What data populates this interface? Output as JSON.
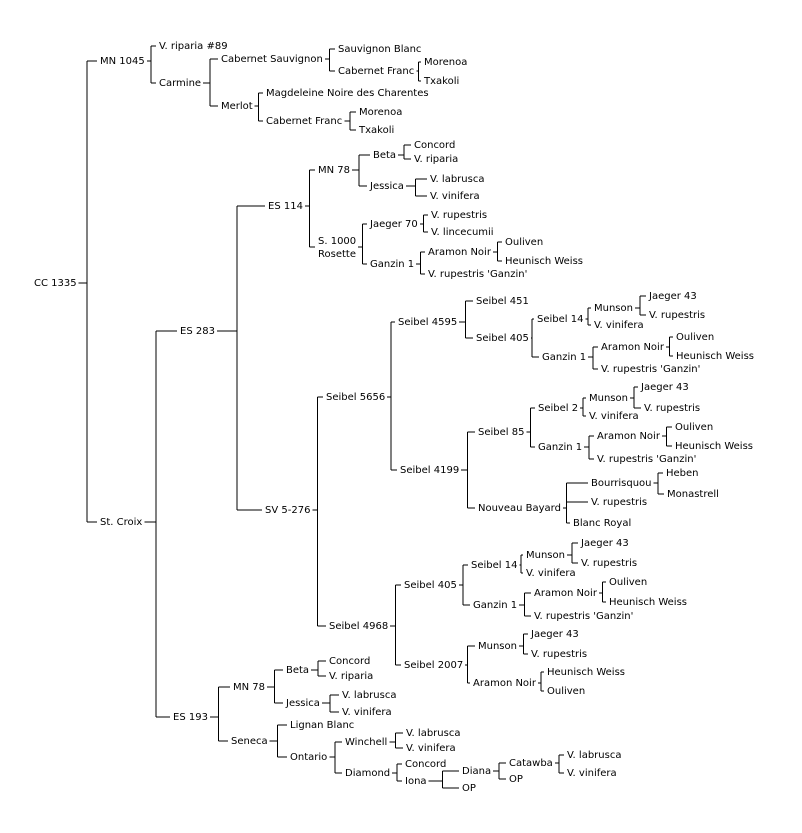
{
  "root": {
    "label": "CC 1335",
    "children": [
      {
        "label": "MN 1045",
        "children": [
          {
            "label": "V. riparia #89"
          },
          {
            "label": "Carmine",
            "children": [
              {
                "label": "Cabernet Sauvignon",
                "children": [
                  {
                    "label": "Sauvignon Blanc"
                  },
                  {
                    "label": "Cabernet Franc",
                    "children": [
                      {
                        "label": "Morenoa"
                      },
                      {
                        "label": "Txakoli"
                      }
                    ]
                  }
                ]
              },
              {
                "label": "Merlot",
                "children": [
                  {
                    "label": "Magdeleine Noire des Charentes"
                  },
                  {
                    "label": "Cabernet Franc",
                    "children": [
                      {
                        "label": "Morenoa"
                      },
                      {
                        "label": "Txakoli"
                      }
                    ]
                  }
                ]
              }
            ]
          }
        ]
      },
      {
        "label": "St. Croix",
        "children": [
          {
            "label": "ES 283",
            "children": [
              {
                "label": "ES 114",
                "children": [
                  {
                    "label": "MN 78",
                    "children": [
                      {
                        "label": "Beta",
                        "children": [
                          {
                            "label": "Concord"
                          },
                          {
                            "label": "V. riparia"
                          }
                        ]
                      },
                      {
                        "label": "Jessica",
                        "children": [
                          {
                            "label": "V. labrusca"
                          },
                          {
                            "label": "V. vinifera"
                          }
                        ]
                      }
                    ]
                  },
                  {
                    "label": "S. 1000",
                    "label2": "Rosette",
                    "children": [
                      {
                        "label": "Jaeger 70",
                        "children": [
                          {
                            "label": "V. rupestris"
                          },
                          {
                            "label": "V. lincecumii"
                          }
                        ]
                      },
                      {
                        "label": "Ganzin 1",
                        "children": [
                          {
                            "label": "Aramon Noir",
                            "children": [
                              {
                                "label": "Ouliven"
                              },
                              {
                                "label": "Heunisch Weiss"
                              }
                            ]
                          },
                          {
                            "label": "V. rupestris 'Ganzin'"
                          }
                        ]
                      }
                    ]
                  }
                ]
              },
              {
                "label": "SV 5-276",
                "children": [
                  {
                    "label": "Seibel 5656",
                    "children": [
                      {
                        "label": "Seibel 4595",
                        "children": [
                          {
                            "label": "Seibel 451"
                          },
                          {
                            "label": "Seibel 405",
                            "children": [
                              {
                                "label": "Seibel 14",
                                "children": [
                                  {
                                    "label": "Munson",
                                    "children": [
                                      {
                                        "label": "Jaeger 43"
                                      },
                                      {
                                        "label": "V. rupestris"
                                      }
                                    ]
                                  },
                                  {
                                    "label": "V. vinifera"
                                  }
                                ]
                              },
                              {
                                "label": "Ganzin 1",
                                "children": [
                                  {
                                    "label": "Aramon Noir",
                                    "children": [
                                      {
                                        "label": "Ouliven"
                                      },
                                      {
                                        "label": "Heunisch Weiss"
                                      }
                                    ]
                                  },
                                  {
                                    "label": "V. rupestris 'Ganzin'"
                                  }
                                ]
                              }
                            ]
                          }
                        ]
                      },
                      {
                        "label": "Seibel 4199",
                        "children": [
                          {
                            "label": "Seibel 85",
                            "children": [
                              {
                                "label": "Seibel 2",
                                "children": [
                                  {
                                    "label": "Munson",
                                    "children": [
                                      {
                                        "label": "Jaeger 43"
                                      },
                                      {
                                        "label": "V. rupestris"
                                      }
                                    ]
                                  },
                                  {
                                    "label": "V. vinifera"
                                  }
                                ]
                              },
                              {
                                "label": "Ganzin 1",
                                "children": [
                                  {
                                    "label": "Aramon Noir",
                                    "children": [
                                      {
                                        "label": "Ouliven"
                                      },
                                      {
                                        "label": "Heunisch Weiss"
                                      }
                                    ]
                                  },
                                  {
                                    "label": "V. rupestris 'Ganzin'"
                                  }
                                ]
                              }
                            ]
                          },
                          {
                            "label": "Nouveau Bayard",
                            "children": [
                              {
                                "label": "Bourrisquou",
                                "children": [
                                  {
                                    "label": "Heben"
                                  },
                                  {
                                    "label": "Monastrell"
                                  }
                                ]
                              },
                              {
                                "label": "V. rupestris"
                              },
                              {
                                "label": "Blanc Royal"
                              }
                            ]
                          }
                        ]
                      }
                    ]
                  },
                  {
                    "label": "Seibel 4968",
                    "children": [
                      {
                        "label": "Seibel 405",
                        "children": [
                          {
                            "label": "Seibel 14",
                            "children": [
                              {
                                "label": "Munson",
                                "children": [
                                  {
                                    "label": "Jaeger 43"
                                  },
                                  {
                                    "label": "V. rupestris"
                                  }
                                ]
                              },
                              {
                                "label": "V. vinifera"
                              }
                            ]
                          },
                          {
                            "label": "Ganzin 1",
                            "children": [
                              {
                                "label": "Aramon Noir",
                                "children": [
                                  {
                                    "label": "Ouliven"
                                  },
                                  {
                                    "label": "Heunisch Weiss"
                                  }
                                ]
                              },
                              {
                                "label": "V. rupestris 'Ganzin'"
                              }
                            ]
                          }
                        ]
                      },
                      {
                        "label": "Seibel 2007",
                        "children": [
                          {
                            "label": "Munson",
                            "children": [
                              {
                                "label": "Jaeger 43"
                              },
                              {
                                "label": "V. rupestris"
                              }
                            ]
                          },
                          {
                            "label": "Aramon Noir",
                            "children": [
                              {
                                "label": "Heunisch Weiss"
                              },
                              {
                                "label": "Ouliven"
                              }
                            ]
                          }
                        ]
                      }
                    ]
                  }
                ]
              }
            ]
          },
          {
            "label": "ES 193",
            "children": [
              {
                "label": "MN 78",
                "children": [
                  {
                    "label": "Beta",
                    "children": [
                      {
                        "label": "Concord"
                      },
                      {
                        "label": "V. riparia"
                      }
                    ]
                  },
                  {
                    "label": "Jessica",
                    "children": [
                      {
                        "label": "V. labrusca"
                      },
                      {
                        "label": "V. vinifera"
                      }
                    ]
                  }
                ]
              },
              {
                "label": "Seneca",
                "children": [
                  {
                    "label": "Lignan Blanc"
                  },
                  {
                    "label": "Ontario",
                    "children": [
                      {
                        "label": "Winchell",
                        "children": [
                          {
                            "label": "V. labrusca"
                          },
                          {
                            "label": "V. vinifera"
                          }
                        ]
                      },
                      {
                        "label": "Diamond",
                        "children": [
                          {
                            "label": "Concord"
                          },
                          {
                            "label": "Iona",
                            "children": [
                              {
                                "label": "Diana",
                                "children": [
                                  {
                                    "label": "Catawba",
                                    "children": [
                                      {
                                        "label": "V. labrusca"
                                      },
                                      {
                                        "label": "V. vinifera"
                                      }
                                    ]
                                  },
                                  {
                                    "label": "OP"
                                  }
                                ]
                              },
                              {
                                "label": "OP"
                              }
                            ]
                          }
                        ]
                      }
                    ]
                  }
                ]
              }
            ]
          }
        ]
      }
    ]
  }
}
